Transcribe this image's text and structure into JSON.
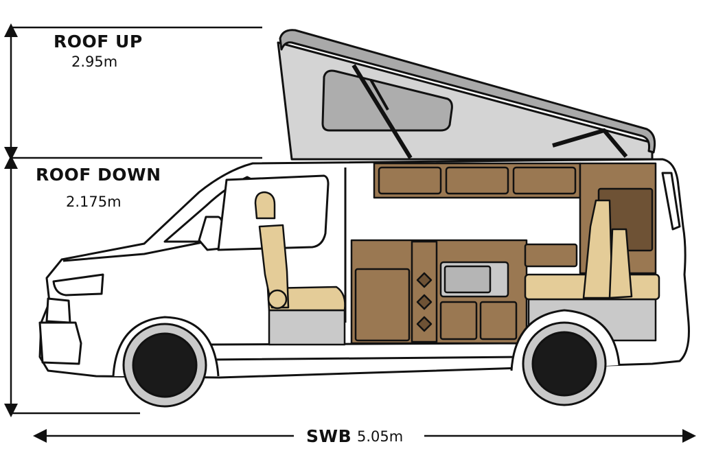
{
  "roof_up": {
    "title": "ROOF UP",
    "value": "2.95m"
  },
  "roof_down": {
    "title": "ROOF DOWN",
    "value": "2.175m"
  },
  "length": {
    "title": "SWB",
    "value": "5.05m"
  },
  "colors": {
    "outline": "#111111",
    "body": "#ffffff",
    "roof_tent": "#d4d4d4",
    "roof_lid": "#a9a9a9",
    "wood": "#9a7852",
    "wood_dark": "#6e5235",
    "cushion": "#e4cc98",
    "grey": "#c9c9c9",
    "tyre": "#2a2a2a"
  }
}
